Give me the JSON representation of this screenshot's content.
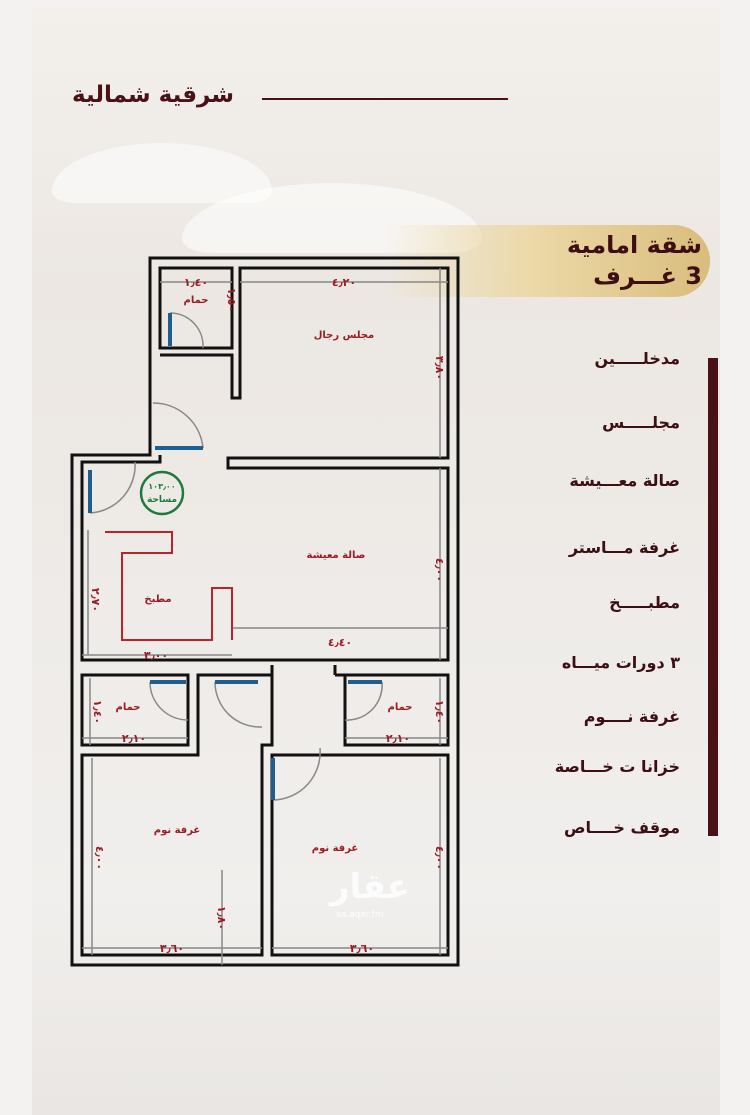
{
  "header": {
    "orientation": "شرقية شمالية"
  },
  "banner": {
    "line1": "شقة امامية",
    "line2": "3 غـــرف"
  },
  "features": [
    "مدخلـــــين",
    "مجلـــــس",
    "صالة معـــيشة",
    "غرفة مـــاستر",
    "مطبـــــخ",
    "٣ دورات ميـــاه",
    "غرفة نــــوم",
    "خزانا ت خـــاصة",
    "موقف خــــاص"
  ],
  "floorplan": {
    "rooms": {
      "majlis": "مجلس رجال",
      "bath_top": "حمام",
      "living": "صالة معيشة",
      "kitchen": "مطبخ",
      "bath_left": "حمام",
      "bath_right": "حمام",
      "bedroom_left": "غرفة نوم",
      "bedroom_right": "غرفة نوم"
    },
    "area_stamp": {
      "value": "١٠٣٫٠٠",
      "label": "مساحة"
    },
    "dimensions": {
      "bath_top_w": "١٫٤٠",
      "bath_top_h": "١٫٥٠",
      "majlis_w": "٤٫٢٠",
      "majlis_h": "٣٫٨٠",
      "living_h": "٤٫٠٠",
      "living_w": "٤٫٤٠",
      "kitchen_h": "٢٫٧٠",
      "kitchen_w": "٣٫٠٠",
      "bath_left_h": "١٫٤٠",
      "bath_left_w": "٢٫١٠",
      "bath_right_h": "١٫٤٠",
      "bath_right_w": "٢٫١٠",
      "bed_left_h": "٤٫٠٠",
      "bed_left_w": "٣٫٦٠",
      "bed_right_h": "٤٫٠٠",
      "bed_right_w": "٣٫٦٠",
      "corridor": "١٫٨٠"
    }
  },
  "watermark": {
    "logo": "عقار",
    "site": "sa.aqar.fm"
  },
  "colors": {
    "accent": "#4a1215",
    "label": "#9b1b20",
    "gold": "#d9bd7c",
    "stamp": "#1e7a3c",
    "door_blue": "#1f5f8f",
    "door_hinge": "#f0a030"
  }
}
